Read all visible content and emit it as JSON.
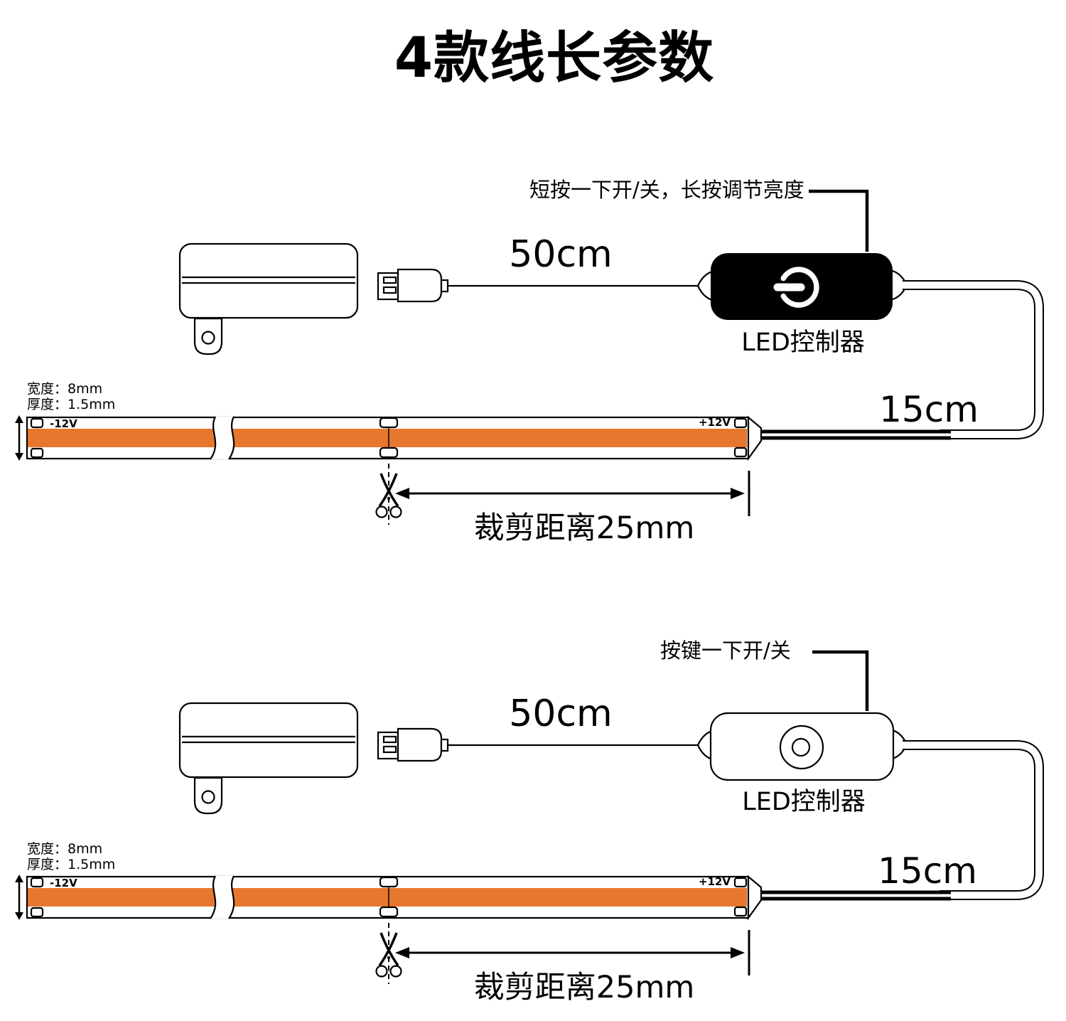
{
  "title": "4款线长参数",
  "colors": {
    "strip_orange": "#E7772E",
    "controller_black": "#000000",
    "line_black": "#000000"
  },
  "diagram_top": {
    "annotation": "短按一下开/关，长按调节亮度",
    "usb_cable_length": "50cm",
    "controller_label": "LED控制器",
    "output_cable_length": "15cm",
    "strip_width_label": "宽度：8mm",
    "strip_thickness_label": "厚度：1.5mm",
    "negative_terminal": "-12V",
    "positive_terminal": "+12V",
    "cut_distance_label": "裁剪距离25mm"
  },
  "diagram_bottom": {
    "annotation": "按键一下开/关",
    "usb_cable_length": "50cm",
    "controller_label": "LED控制器",
    "output_cable_length": "15cm",
    "strip_width_label": "宽度：8mm",
    "strip_thickness_label": "厚度：1.5mm",
    "negative_terminal": "-12V",
    "positive_terminal": "+12V",
    "cut_distance_label": "裁剪距离25mm"
  }
}
